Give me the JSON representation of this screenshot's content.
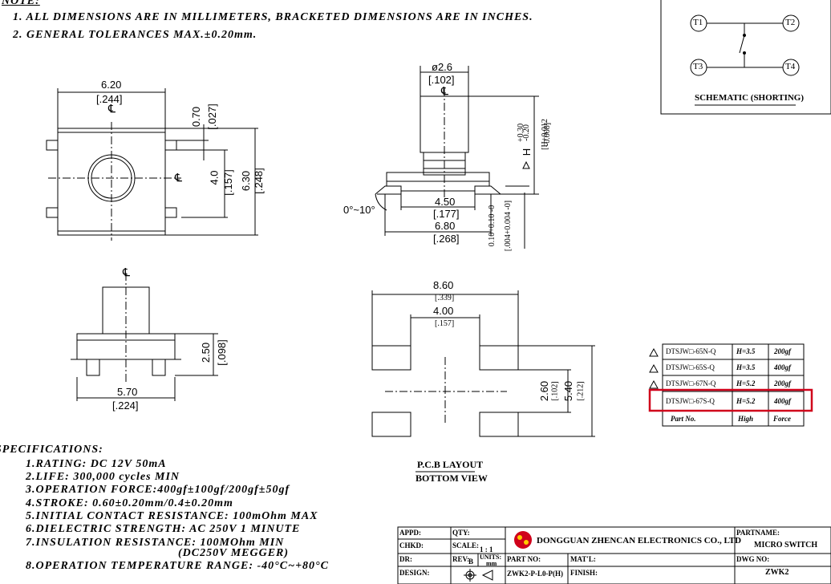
{
  "notes": {
    "heading": "NOTE:",
    "items": [
      "1. ALL DIMENSIONS ARE IN MILLIMETERS, BRACKETED DIMENSIONS ARE IN INCHES.",
      "2. GENERAL TOLERANCES MAX.±0.20mm."
    ]
  },
  "specifications": {
    "heading": "SPECIFICATIONS:",
    "items": [
      "1.RATING: DC 12V 50mA",
      "2.LIFE: 300,000 cycles MIN",
      "3.OPERATION FORCE:400gf±100gf/200gf±50gf",
      "4.STROKE: 0.60±0.20mm/0.4±0.20mm",
      "5.INITIAL CONTACT RESISTANCE: 100mOhm MAX",
      "6.DIELECTRIC STRENGTH: AC 250V   1 MINUTE",
      "7.INSULATION RESISTANCE: 100MOhm MIN",
      "(DC250V MEGGER)",
      "8.OPERATION TEMPERATURE RANGE: -40°C~+80°C"
    ]
  },
  "top_view_dims": {
    "width": "6.20",
    "width_in": "[.244]",
    "pin_pitch": "0.70",
    "pin_pitch_in": "[.027]",
    "inner": "4.0",
    "inner_in": "[.157]",
    "height": "6.30",
    "height_in": "[.248]",
    "cl": "℄"
  },
  "side_view_dims": {
    "diameter": "ø2.6",
    "diameter_in": "[.102]",
    "h_tol_top": "+0.30",
    "h_tol_bot": "-0.20",
    "h_label": "H",
    "h_in_tol_top": "[H+0.012",
    "h_in_tol_bot": "-0.008]",
    "inner": "4.50",
    "inner_in": "[.177]",
    "outer": "6.80",
    "outer_in": "[.268]",
    "angle": "0°~10°",
    "leg": "0.10+0.10 -0",
    "leg_in": "[.004+0.004 -0]"
  },
  "front_view_dims": {
    "height": "2.50",
    "height_in": "[.098]",
    "width": "5.70",
    "width_in": "[.224]"
  },
  "pcb_dims": {
    "outer": "8.60",
    "outer_in": "[.339]",
    "inner": "4.00",
    "inner_in": "[.157]",
    "pitch": "2.60",
    "pitch_in": "[.102]",
    "total": "5.40",
    "total_in": "[.212]",
    "title1": "P.C.B LAYOUT",
    "title2": "BOTTOM VIEW"
  },
  "schematic": {
    "terminals": [
      "T1",
      "T2",
      "T3",
      "T4"
    ],
    "title": "SCHEMATIC (SHORTING)"
  },
  "variants": {
    "rows": [
      {
        "part": "DTSJW□-65N-Q",
        "high": "H=3.5",
        "force": "200gf"
      },
      {
        "part": "DTSJW□-65S-Q",
        "high": "H=3.5",
        "force": "400gf"
      },
      {
        "part": "DTSJW□-67N-Q",
        "high": "H=5.2",
        "force": "200gf"
      },
      {
        "part": "DTSJW□-67S-Q",
        "high": "H=5.2",
        "force": "400gf"
      }
    ],
    "header": {
      "part": "Part No.",
      "high": "High",
      "force": "Force"
    },
    "highlight_color": "#d0021b"
  },
  "title_block": {
    "appd": "APPD:",
    "chkd": "CHKD:",
    "dr": "DR:",
    "design": "DESIGN:",
    "qty": "QTY:",
    "scale": "SCALE:",
    "scale_val": "1 : 1",
    "rev": "REV:",
    "rev_val": "B",
    "units": "UNITS:",
    "units_val": "mm",
    "company": "DONGGUAN ZHENCAN ELECTRONICS CO., LTD",
    "part_no_label": "PART NO:",
    "part_no": "ZWK2-P-L0-P(H)",
    "matl": "MAT'L:",
    "finish": "FINISH:",
    "part_name_label": "PARTNAME:",
    "part_name": "MICRO SWITCH",
    "dwg_no_label": "DWG NO:",
    "dwg_no": "ZWK2",
    "logo_color": "#d0021b"
  }
}
